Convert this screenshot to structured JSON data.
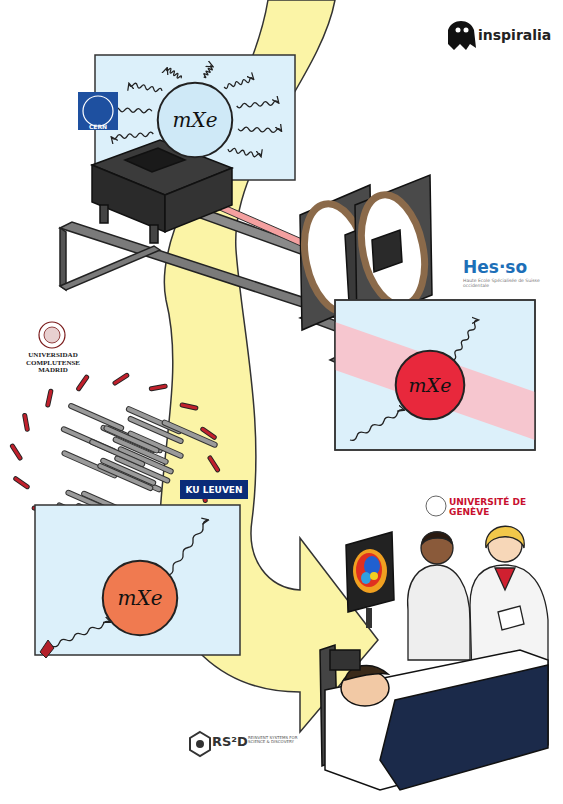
{
  "diagram": {
    "nodes": [
      {
        "text": [
          "mXe"
        ]
      },
      {
        "text": [
          "mXe"
        ]
      },
      {
        "text": [
          "KU LEUVEN"
        ]
      },
      {
        "text": [
          "mXe"
        ]
      }
    ],
    "labels": [
      "inspiralia",
      "CERN",
      "Hes·so",
      "Haute Ecole Spécialisée de Suisse occidentale",
      "UNIVERSIDAD COMPLUTENSE MADRID",
      "UNIVERSITÉ DE GENÈVE",
      "RS²D",
      "REINVENT SYSTEMS FOR SCIENCE & DISCOVERY"
    ]
  }
}
